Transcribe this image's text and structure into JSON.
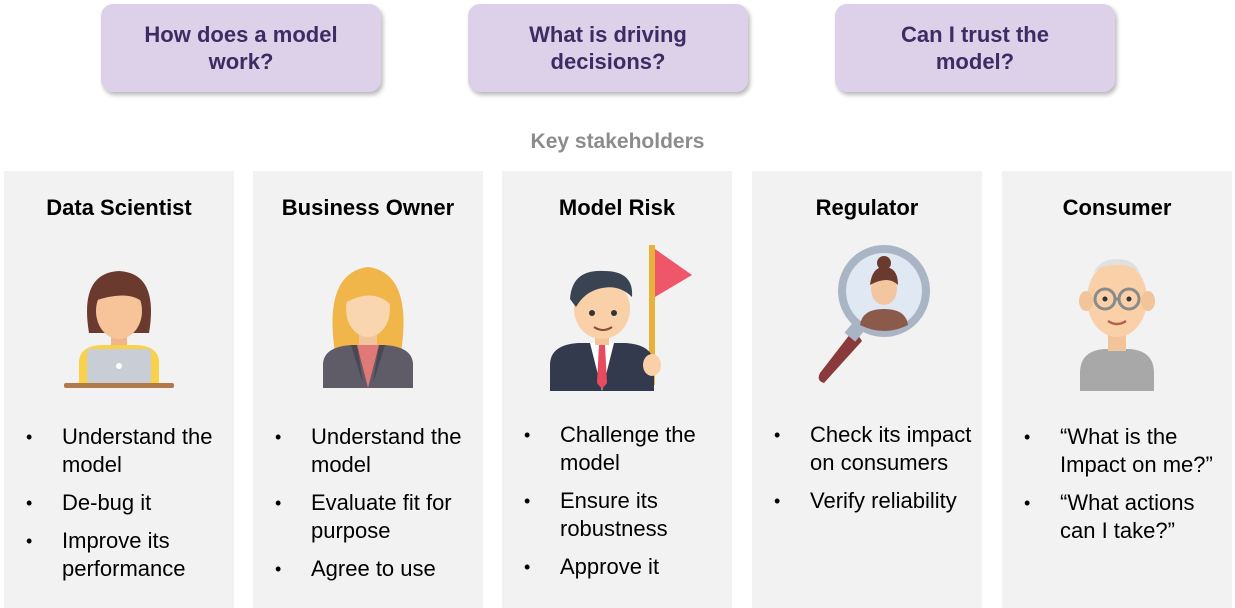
{
  "questions": [
    "How does a model work?",
    "What is driving decisions?",
    "Can I trust the model?"
  ],
  "stakeholders_heading": "Key stakeholders",
  "stakeholders": [
    {
      "title": "Data Scientist",
      "icon": "data-scientist-icon",
      "bullets": [
        "Understand the model",
        "De-bug it",
        "Improve its performance"
      ]
    },
    {
      "title": "Business Owner",
      "icon": "business-owner-icon",
      "bullets": [
        "Understand the model",
        "Evaluate fit for purpose",
        "Agree to use"
      ]
    },
    {
      "title": "Model Risk",
      "icon": "model-risk-icon",
      "bullets": [
        "Challenge the model",
        "Ensure its robustness",
        "Approve it"
      ]
    },
    {
      "title": "Regulator",
      "icon": "magnifier-icon",
      "bullets": [
        "Check its impact on consumers",
        "Verify reliability"
      ]
    },
    {
      "title": "Consumer",
      "icon": "consumer-icon",
      "bullets": [
        "“What is the Impact on me?”",
        "“What actions can I take?”"
      ]
    }
  ],
  "colors": {
    "question_bg": "#dcd1e9",
    "question_text": "#3d2b63",
    "card_bg": "#f2f2f2",
    "heading_gray": "#8c8c8c"
  }
}
